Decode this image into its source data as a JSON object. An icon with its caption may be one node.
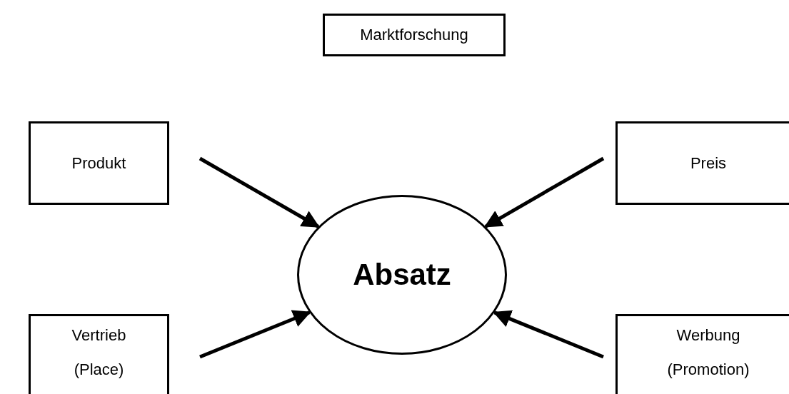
{
  "diagram": {
    "nodes": [
      {
        "text": [
          "Marktforschung"
        ]
      },
      {
        "text": [
          "Produkt"
        ]
      },
      {
        "text": [
          "Preis"
        ]
      },
      {
        "text": [
          "Absatz"
        ]
      },
      {
        "text": [
          "Vertrieb",
          "(Place)"
        ]
      },
      {
        "text": [
          "Werbung",
          "(Promotion)"
        ]
      }
    ],
    "edges": [
      {
        "from": 1,
        "to": 3,
        "arrow": "to"
      },
      {
        "from": 2,
        "to": 3,
        "arrow": "to"
      },
      {
        "from": 4,
        "to": 3,
        "arrow": "to"
      },
      {
        "from": 5,
        "to": 3,
        "arrow": "to"
      }
    ]
  }
}
